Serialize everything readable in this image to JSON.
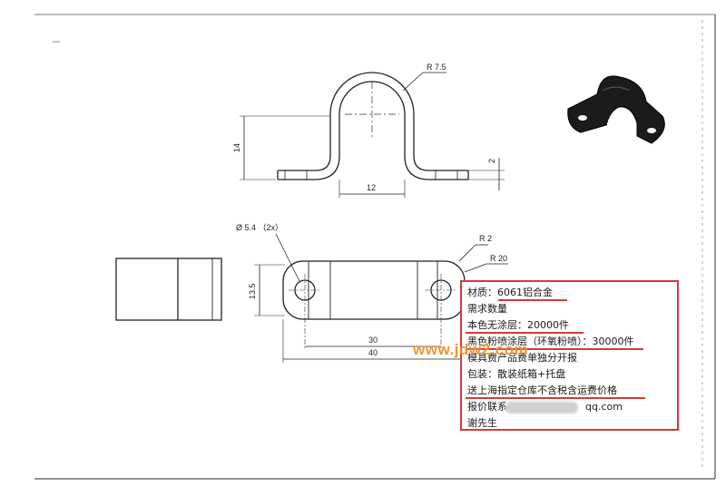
{
  "drawing": {
    "dimensions": {
      "radius_top": "R 7.5",
      "height_14": "14",
      "thickness_2": "2",
      "width_12": "12",
      "hole_dia": "Ø 5.4 （2x）",
      "radius_2": "R 2",
      "radius_20": "R 20",
      "height_13_5": "13.5",
      "length_30": "30",
      "length_40": "40"
    }
  },
  "notes": {
    "material": "材质：6061铝合金",
    "demand_title": "需求数量",
    "qty_plain": "本色无涂层：20000件",
    "qty_black": "黑色粉喷涂层（环氧粉喷）：30000件",
    "mold_fee": "模具费产品费单独分开报",
    "packaging": "包装：散装纸箱+托盘",
    "delivery": "送上海指定仓库不含税含运费价格",
    "contact_label": "报价联系：",
    "contact_email_suffix": "qq.com",
    "contact_name": "谢先生"
  },
  "watermark": "www.jdw2.com",
  "colors": {
    "annotation_red": "#d43a3a",
    "watermark_orange": "#f08a1a",
    "line": "#222222"
  }
}
